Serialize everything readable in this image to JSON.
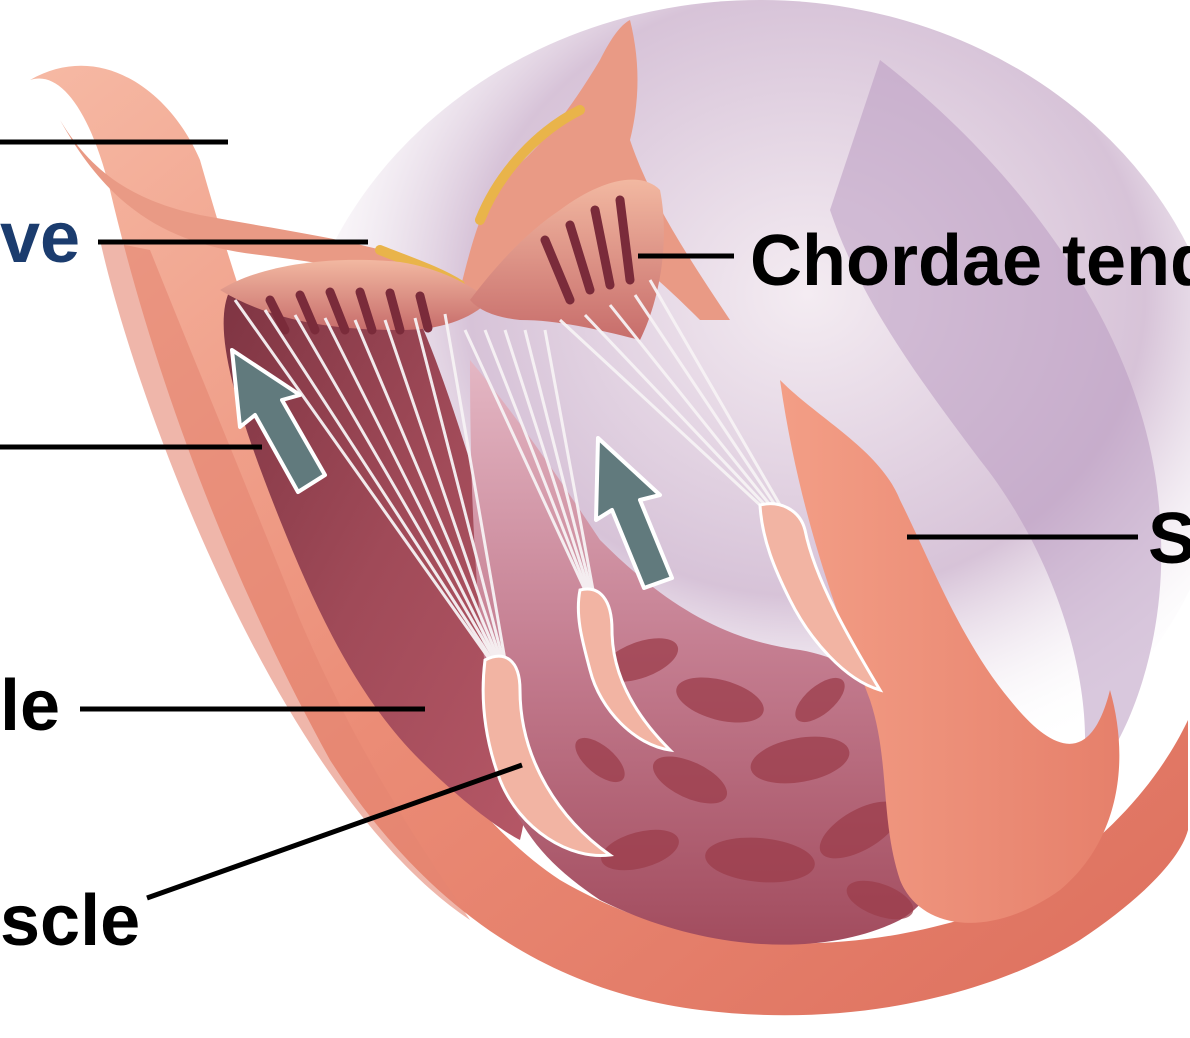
{
  "labels": {
    "top": "",
    "valve": "ve",
    "chordae": "Chordae tend",
    "right_s": "S",
    "left_ventricle": "le",
    "muscle": "scle"
  },
  "colors": {
    "label_text": "#000000",
    "valve_label_text": "#1b3c6e",
    "leader_line": "#000000",
    "arrow_fill": "#617a7d",
    "arrow_stroke": "#ffffff",
    "background": "#ffffff",
    "tissue_light": "#f2a58f",
    "tissue_mid": "#e07a66",
    "tissue_dark": "#8e3d46",
    "purple_shade": "#7d5f92"
  },
  "icons": {
    "flow_arrow": "arrow-up-left-icon"
  }
}
